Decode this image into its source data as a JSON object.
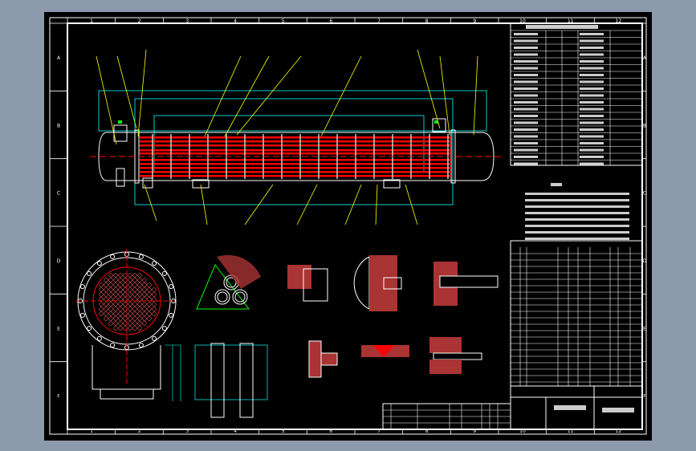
{
  "viewer": {
    "background_color": "#8d9aab",
    "sheet_color": "#000000"
  },
  "drawing": {
    "grid_columns": [
      "1",
      "2",
      "3",
      "4",
      "5",
      "6",
      "7",
      "8",
      "9",
      "10",
      "11",
      "12"
    ],
    "grid_rows": [
      "A",
      "B",
      "C",
      "D",
      "E",
      "F"
    ],
    "colors": {
      "border": "#ffffff",
      "tubes": "#ff0000",
      "centerline": "#ff0000",
      "construction": "#00ffff",
      "leaders": "#ffff00",
      "nozzle_marker": "#00ff00",
      "hatch": "#ff0000"
    }
  }
}
